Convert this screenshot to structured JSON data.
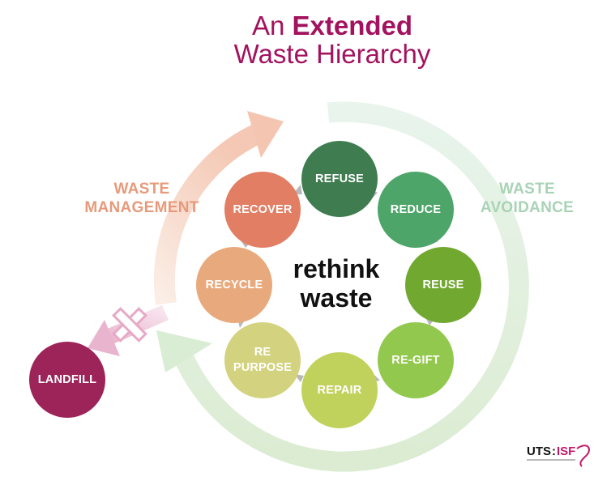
{
  "title": {
    "line1_prefix": "An ",
    "line1_bold": "Extended",
    "line2": "Waste Hierarchy"
  },
  "labels": {
    "waste_management": "WASTE MANAGEMENT",
    "waste_avoidance": "WASTE AVOIDANCE",
    "center": "rethink waste"
  },
  "nodes": [
    {
      "id": "refuse",
      "label": "REFUSE",
      "color": "#3f7d50"
    },
    {
      "id": "reduce",
      "label": "REDUCE",
      "color": "#4ea56a"
    },
    {
      "id": "reuse",
      "label": "REUSE",
      "color": "#71a82f"
    },
    {
      "id": "re-gift",
      "label": "RE-GIFT",
      "color": "#92c84d"
    },
    {
      "id": "repair",
      "label": "REPAIR",
      "color": "#c1d25c"
    },
    {
      "id": "repurpose",
      "label": "RE PURPOSE",
      "color": "#d3d27e"
    },
    {
      "id": "recycle",
      "label": "RECYCLE",
      "color": "#e8aa7c"
    },
    {
      "id": "recover",
      "label": "RECOVER",
      "color": "#e17e64"
    }
  ],
  "landfill": {
    "label": "LANDFILL",
    "color": "#9c2458"
  },
  "logo": {
    "text_left": "UTS",
    "text_right": "ISF"
  },
  "colors": {
    "title": "#a3125e",
    "management_arc": "#f5d3c2",
    "avoidance_arc": "#d9edd6"
  }
}
